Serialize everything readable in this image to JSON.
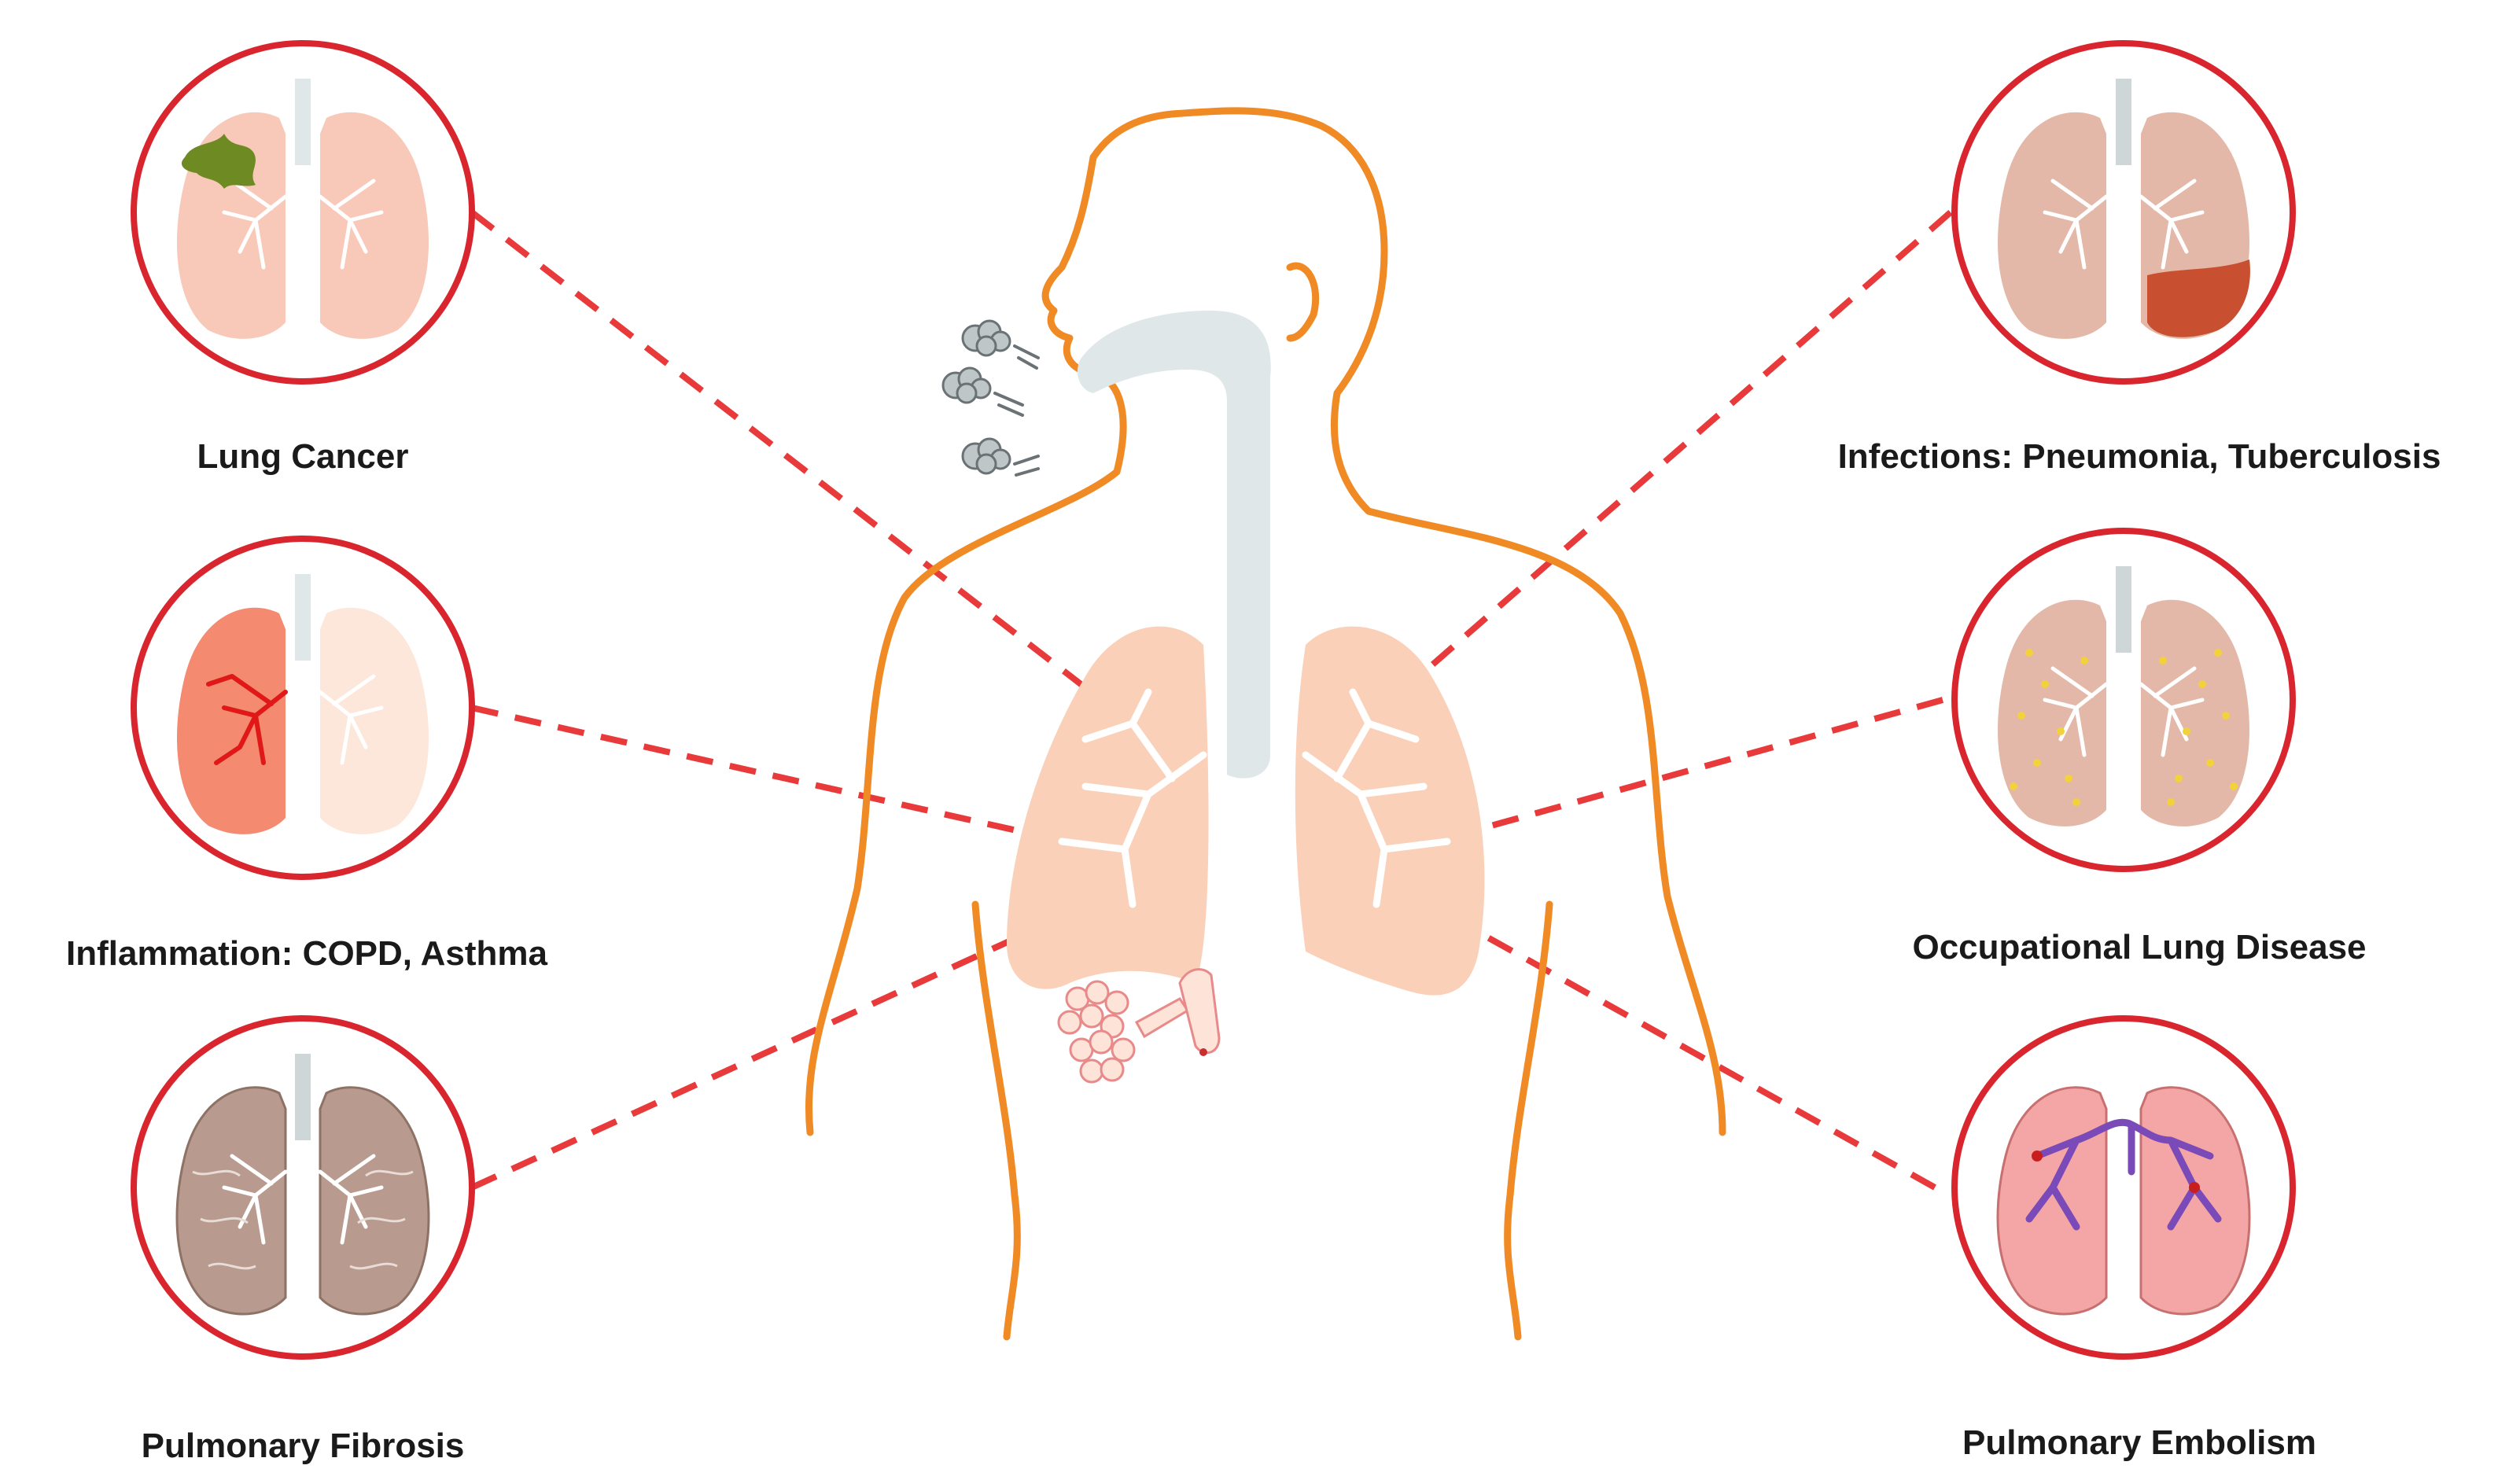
{
  "labels": {
    "lung_cancer": "Lung Cancer",
    "inflammation": "Inflammation: COPD, Asthma",
    "pulmonary_fibrosis": "Pulmonary Fibrosis",
    "infections": "Infections: Pneumonia, Tuberculosis",
    "occupational": "Occupational Lung Disease",
    "pulmonary_embolism": "Pulmonary Embolism"
  },
  "colors": {
    "circle_border": "#d9262e",
    "connector": "#e83a3a",
    "body_outline": "#f08a24",
    "lung_fill": "#fad0b8",
    "bronchi": "#ffffff",
    "trachea": "#dfe7e8",
    "tumor": "#6e8a22",
    "inflamed": "#f04030",
    "fibrosis": "#b89a8e",
    "infection_lung": "#e3b8a8",
    "infection_patch": "#c85030",
    "dust": "#f2d23a",
    "embolism_lung": "#f4a5a5",
    "embolism_vessel": "#7a4ab8"
  }
}
